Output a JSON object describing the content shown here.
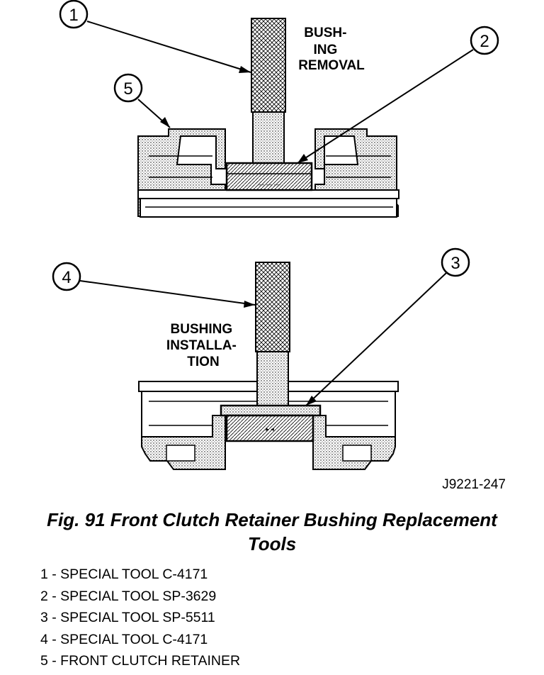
{
  "figure": {
    "top_label": [
      "BUSH-",
      "ING",
      "REMOVAL"
    ],
    "bottom_label": [
      "BUSHING",
      "INSTALLA-",
      "TION"
    ],
    "callouts": [
      "1",
      "2",
      "3",
      "4",
      "5"
    ],
    "figure_id": "J9221-247"
  },
  "caption": {
    "line1": "Fig. 91 Front Clutch Retainer Bushing Replacement",
    "line2": "Tools"
  },
  "legend": [
    "1 - SPECIAL TOOL C-4171",
    "2 - SPECIAL TOOL SP-3629",
    "3 - SPECIAL TOOL SP-5511",
    "4 - SPECIAL TOOL C-4171",
    "5 - FRONT CLUTCH RETAINER"
  ]
}
